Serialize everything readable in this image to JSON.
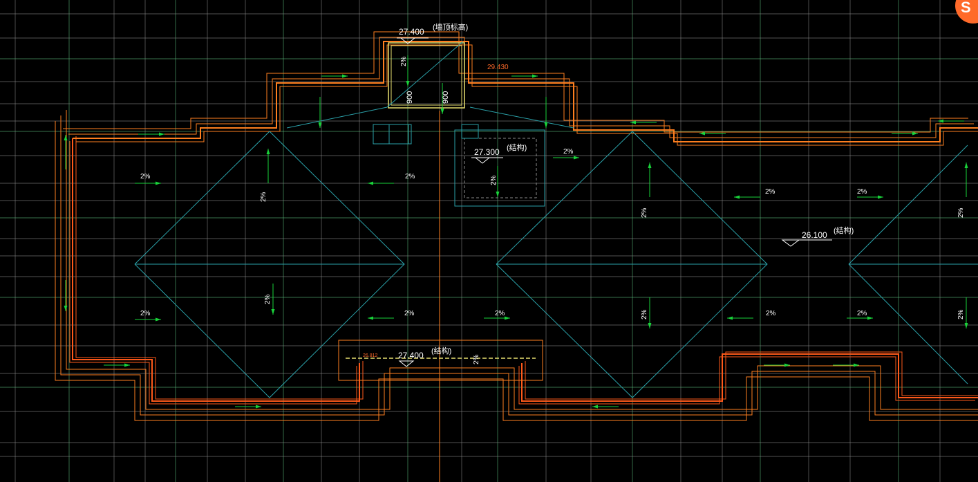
{
  "colors": {
    "background": "#000000",
    "grid_gray": "#8a8a8a",
    "grid_green": "#5fbf7f",
    "wall_orange": "#ff7f1f",
    "wall_red": "#ff5a1a",
    "ridge_cyan": "#2aa0a8",
    "arrow_green": "#19d23a",
    "text_white": "#ffffff",
    "dim_yellow": "#e8e070",
    "logo_orange": "#ff6a2a"
  },
  "labels": {
    "top_elev": "27.400",
    "top_elev_note": "(墙顶标高)",
    "dim_small": "29.430",
    "dim_900_a": "900",
    "dim_900_b": "900",
    "mid_elev": "27.300",
    "mid_elev_note": "(结构)",
    "right_elev": "26.100",
    "right_elev_note": "(结构)",
    "bottom_elev": "27.400",
    "bottom_elev_note": "(结构)",
    "bottom_small": "26.812",
    "slope": "2%"
  },
  "logo": {
    "icon": "app-logo-icon"
  }
}
